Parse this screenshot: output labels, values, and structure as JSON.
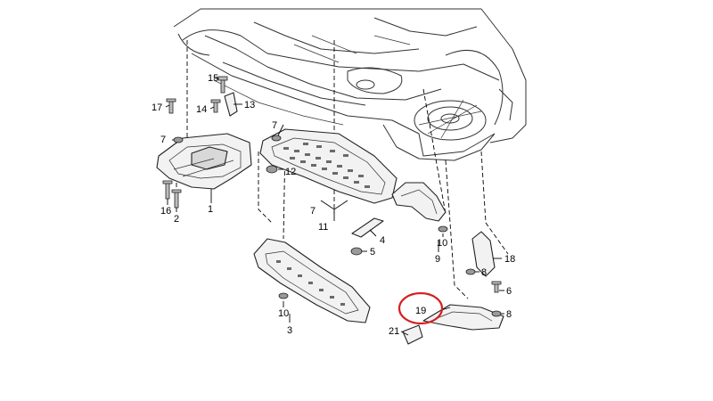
{
  "diagram": {
    "callouts": {
      "c1": "1",
      "c2": "2",
      "c3": "3",
      "c4": "4",
      "c5": "5",
      "c6": "6",
      "c7a": "7",
      "c7b": "7",
      "c7c": "7",
      "c8a": "8",
      "c8b": "8",
      "c9": "9",
      "c10a": "10",
      "c10b": "10",
      "c11": "11",
      "c12": "12",
      "c13": "13",
      "c14": "14",
      "c15": "15",
      "c16": "16",
      "c17": "17",
      "c18": "18",
      "c19": "19",
      "c21": "21"
    },
    "highlight_color": "#d62020"
  }
}
